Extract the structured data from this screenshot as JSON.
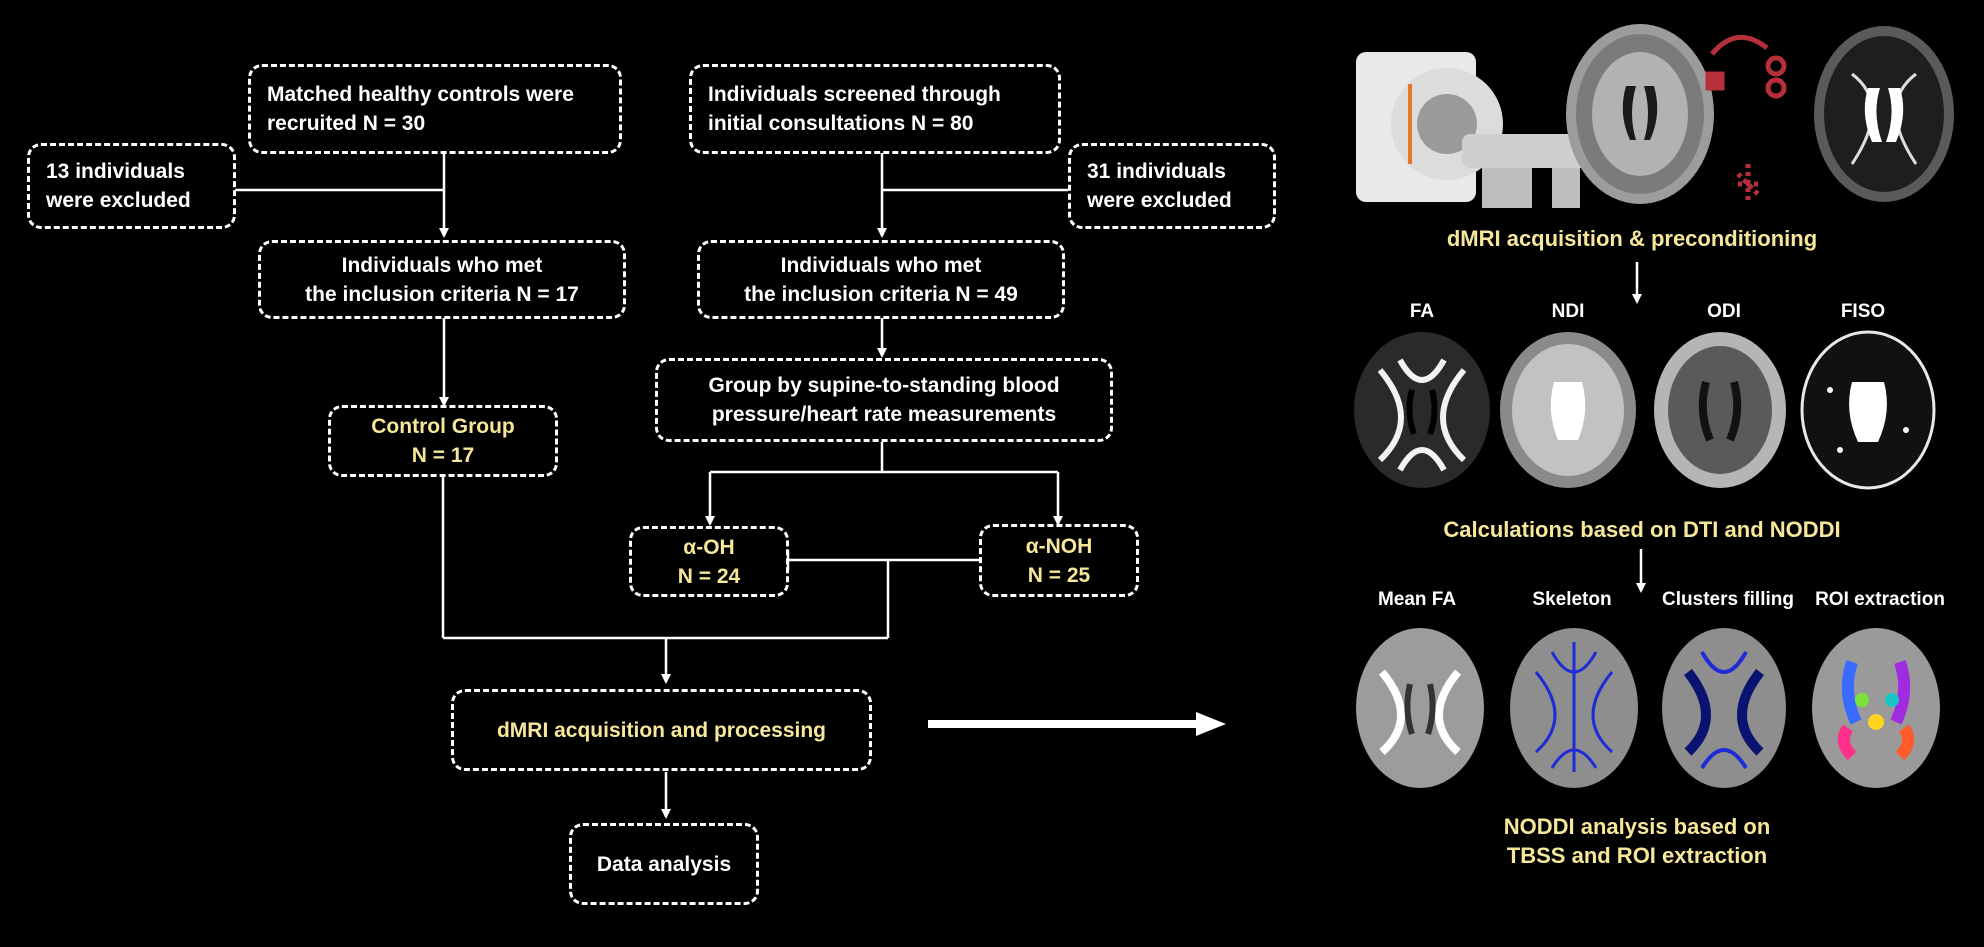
{
  "flow": {
    "controls_recruited": "Matched healthy controls were\nrecruited N = 30",
    "screened": "Individuals screened through\ninitial consultations N = 80",
    "excluded_left": "13 individuals\nwere excluded",
    "excluded_right": "31 individuals\nwere excluded",
    "inclusion_left": "Individuals who met\nthe inclusion criteria N = 17",
    "inclusion_right": "Individuals who met\nthe inclusion criteria N = 49",
    "group_by": "Group by supine-to-standing blood\npressure/heart rate measurements",
    "control_group": "Control Group\nN = 17",
    "alpha_oh": "α-OH\nN = 24",
    "alpha_noh": "α-NOH\nN = 25",
    "dmri_processing": "dMRI acquisition and processing",
    "data_analysis": "Data analysis"
  },
  "pipeline": {
    "caption_acquisition": "dMRI acquisition & preconditioning",
    "maps_row": [
      "FA",
      "NDI",
      "ODI",
      "FISO"
    ],
    "caption_calculations": "Calculations based on DTI and NODDI",
    "tbss_row": [
      "Mean FA",
      "Skeleton",
      "Clusters filling",
      "ROI extraction"
    ],
    "caption_noddi": "NODDI analysis based on\nTBSS and ROI extraction"
  },
  "colors": {
    "background": "#000000",
    "text": "#ffffff",
    "highlight": "#f6e79a",
    "skeleton": "#1f2bd6",
    "cluster": "#0a1470",
    "scissors": "#b5303a"
  }
}
